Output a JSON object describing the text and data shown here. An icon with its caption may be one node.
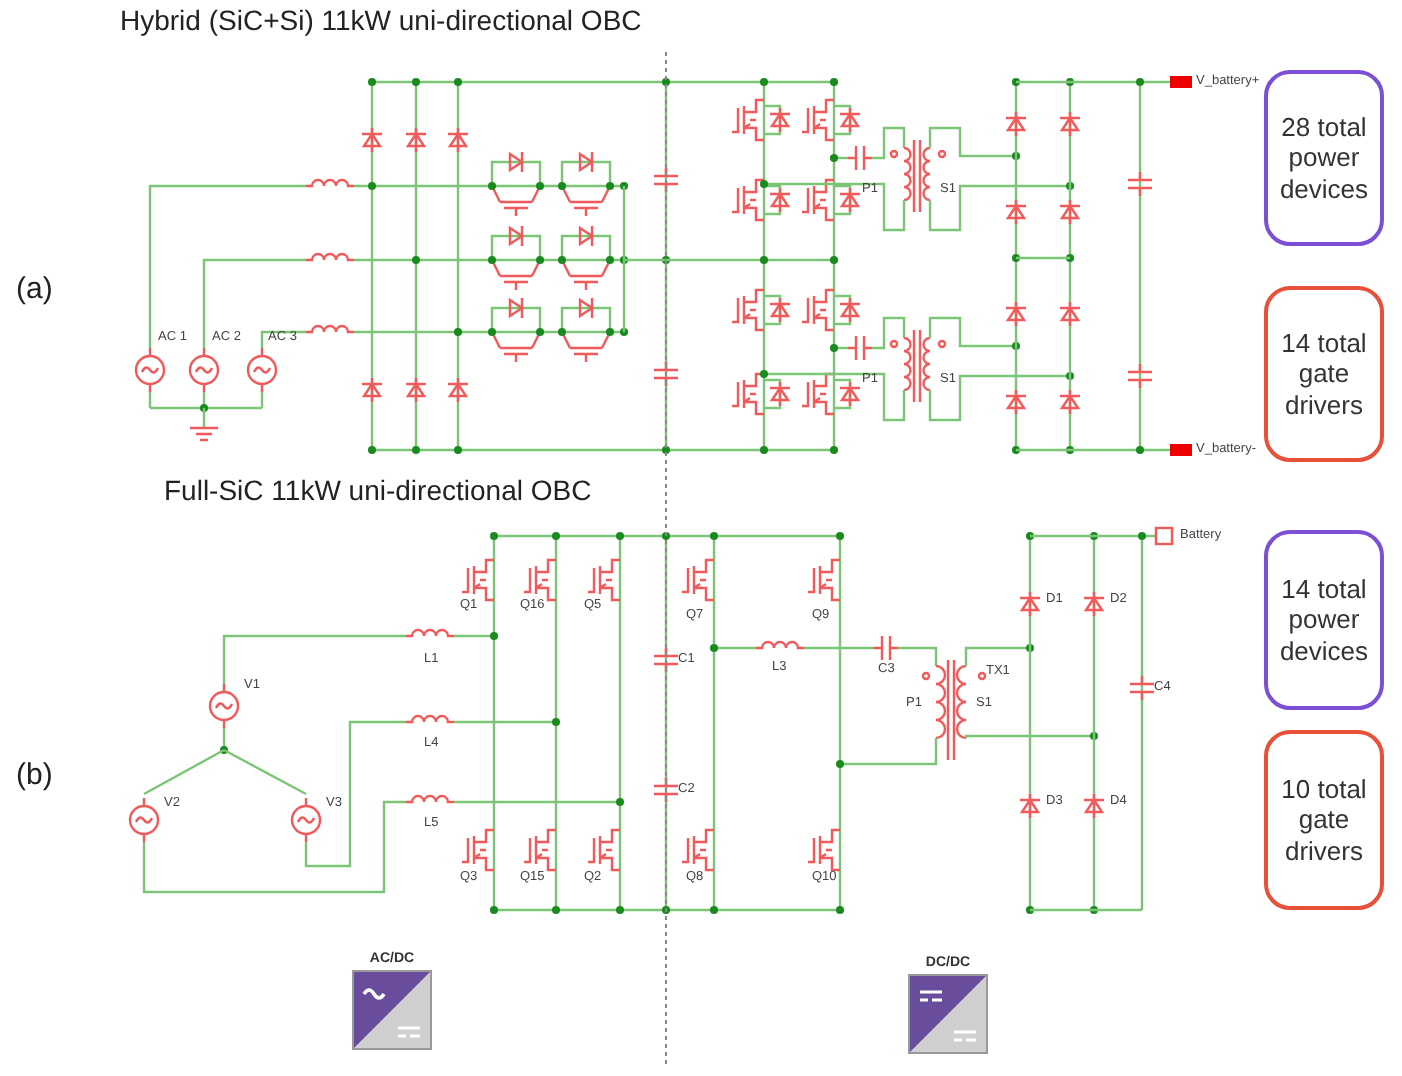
{
  "diagram": {
    "nodes": [
      {
        "text": [
          "28 total power devices"
        ]
      },
      {
        "text": [
          "14 total gate drivers"
        ]
      },
      {
        "text": [
          "14 total power devices"
        ]
      },
      {
        "text": [
          "10 total gate drivers"
        ]
      },
      {
        "text": [
          "AC/DC"
        ]
      },
      {
        "text": [
          "DC/DC"
        ]
      }
    ],
    "labels": [
      "Hybrid (SiC+Si) 11kW uni-directional OBC",
      "V_battery+",
      "P1",
      "S1",
      "(a)",
      "AC 1",
      "AC 2",
      "AC 3",
      "P1",
      "S1",
      "V_battery-",
      "Full-SiC 11kW uni-directional OBC",
      "Battery",
      "Q1",
      "Q16",
      "Q5",
      "Q7",
      "Q9",
      "D1",
      "D2",
      "L1",
      "C1",
      "L3",
      "C3",
      "TX1",
      "V1",
      "C4",
      "P1",
      "S1",
      "L4",
      "(b)",
      "C2",
      "L5",
      "V2",
      "V3",
      "D3",
      "D4",
      "Q3",
      "Q15",
      "Q2",
      "Q8",
      "Q10"
    ]
  }
}
